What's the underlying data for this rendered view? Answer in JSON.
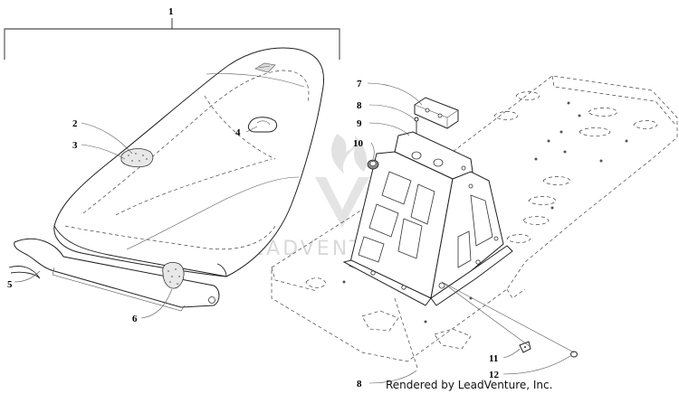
{
  "callouts": {
    "c1": "1",
    "c2": "2",
    "c3": "3",
    "c4": "4",
    "c5": "5",
    "c6": "6",
    "c7": "7",
    "c8a": "8",
    "c8b": "8",
    "c9": "9",
    "c10": "10",
    "c11": "11",
    "c12": "12"
  },
  "watermark": "LEADVENTURE",
  "credit": "Rendered by LeadVenture, Inc."
}
